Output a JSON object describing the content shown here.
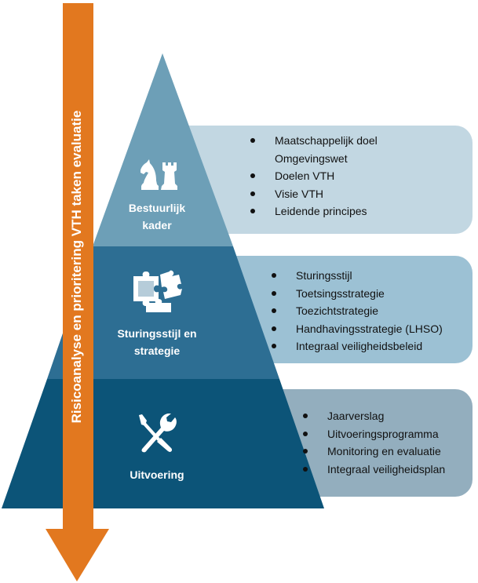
{
  "colors": {
    "tier_top": "#6d9fb7",
    "tier_mid": "#2d6e93",
    "tier_bottom": "#0c5478",
    "panel_top": "#c2d7e2",
    "panel_mid": "#9cc1d4",
    "panel_bottom": "#93aebe",
    "arrow": "#e2781f"
  },
  "arrow": {
    "label": "Risicoanalyse en prioritering VTH taken evaluatie"
  },
  "tiers": [
    {
      "label_line1": "Bestuurlijk",
      "label_line2": "kader",
      "icon": "chess-knight-rook-icon",
      "items": [
        "Maatschappelijk doel",
        "Omgevingswet",
        "Doelen VTH",
        "Visie VTH",
        "Leidende principes"
      ]
    },
    {
      "label_line1": "Sturingsstijl en",
      "label_line2": "strategie",
      "icon": "puzzle-icon",
      "items": [
        "Sturingsstijl",
        "Toetsingsstrategie",
        "Toezichtstrategie",
        "Handhavingsstrategie (LHSO)",
        "Integraal veiligheidsbeleid"
      ]
    },
    {
      "label_line1": "Uitvoering",
      "label_line2": "",
      "icon": "tools-icon",
      "items": [
        "Jaarverslag",
        "Uitvoeringsprogramma",
        "Monitoring en evaluatie",
        "Integraal veiligheidsplan"
      ]
    }
  ]
}
